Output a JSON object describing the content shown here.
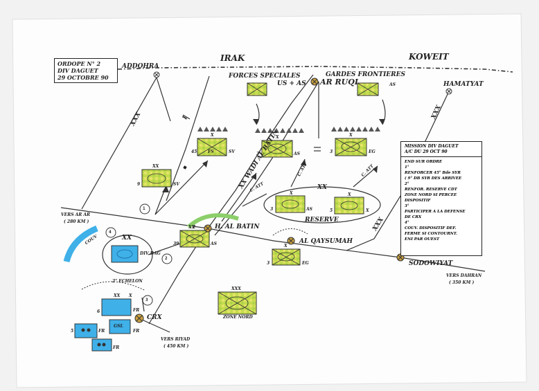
{
  "title_block": {
    "line1": "ORDOPE N° 2",
    "line2": "DIV DAGUET",
    "line3": "29 OCTOBRE 90"
  },
  "countries": {
    "irak": "IRAK",
    "koweit": "KOWEIT"
  },
  "places": {
    "addohra": "ADDOHRA",
    "ar_ruqi": "AR RUQI",
    "hamatyat": "HAMATYAT",
    "h_al_batin": "H. AL BATIN",
    "al_qaysumah": "AL QAYSUMAH",
    "sodowiyat": "SODOWIYAT",
    "crx": "CRX",
    "wadi_al_batin": "XX WADI AL BATIN"
  },
  "groups": {
    "forces_speciales": "FORCES SPECIALES",
    "us_as": "US + AS",
    "gardes_frontieres": "GARDES FRONTIERES",
    "gardes_as": "AS",
    "reserve": "RESERVE",
    "zone_nord": "ZONE NORD",
    "echelon": "2° ECHELON",
    "couv": "COUV",
    "div_dag": "DIV DAG",
    "c_att": "C. ATT"
  },
  "directions": {
    "vers_ar": "VERS AR AR",
    "vers_ar_dist": "( 280 KM )",
    "vers_dahran": "VERS DAHRAN",
    "vers_dahran_dist": "( 350 KM )",
    "vers_riyad": "VERS RIYAD",
    "vers_riyad_dist": "( 450 KM )"
  },
  "phases": [
    "1",
    "2",
    "3",
    "4"
  ],
  "echelon_marks": {
    "xxx": "XXX",
    "xx": "XX",
    "x": "X",
    "single": "I"
  },
  "unit_labels": {
    "u45": "45",
    "u3": "3",
    "u9": "9",
    "u2": "2",
    "fs": "FS",
    "sv": "SV",
    "as": "AS",
    "eg": "EG",
    "fr": "FR",
    "gsl": "GSL",
    "u5": "5",
    "u6": "6",
    "u39": "39"
  },
  "mission": {
    "title_1": "MISSION DIV DAGUET",
    "title_2": "A/C DU 29 OCT 90",
    "lines": [
      "END SUR ORDRE",
      "1°",
      "RENFORCER 45° Bde SYR",
      "( 9° DB SYR DES ARRIVEE",
      "2°",
      "RENFOR. RESERVE CDT",
      "ZONE NORD SI PERCEE",
      "DISPOSITIF",
      "3°",
      "PARTICIPER A LA DEFENSE",
      "DE CRX",
      "4°",
      "COUV. DISPOSITIF DEF.",
      "FERME SI CONTOURNT.",
      "ENI PAR OUEST"
    ]
  },
  "colors": {
    "paper": "#fdfdfd",
    "border_line": "#444444",
    "unit_green": "#b8d94c",
    "unit_yellow": "#e6e35a",
    "friendly_blue": "#3fb0e8",
    "friendly_blue_dark": "#1a8fd0",
    "arc_green": "#8ccf6a",
    "brown_symbol": "#c9a040",
    "route": "#333333"
  }
}
